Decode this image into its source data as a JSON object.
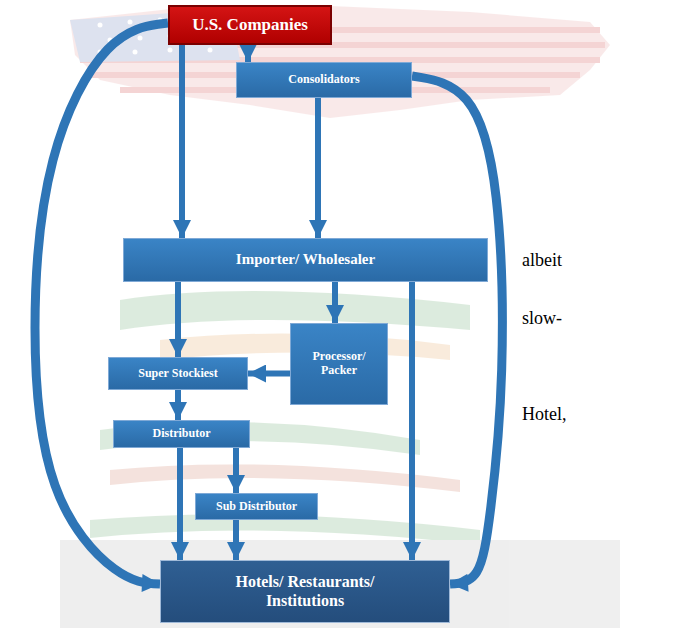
{
  "diagram": {
    "nodes": [
      {
        "text": [
          "U.S. Companies"
        ]
      },
      {
        "text": [
          "Consolidators"
        ]
      },
      {
        "text": [
          "Importer/ Wholesaler"
        ]
      },
      {
        "text": [
          "Super Stockiest"
        ]
      },
      {
        "text": [
          "Processor/ Packer"
        ]
      },
      {
        "text": [
          "Distributor"
        ]
      },
      {
        "text": [
          "Sub Distributor"
        ]
      },
      {
        "text": [
          "Hotels/ Restaurants/ Institutions"
        ]
      }
    ],
    "edges": [
      {
        "from": 0,
        "to": 1,
        "arrow": "to"
      },
      {
        "from": 0,
        "to": 2,
        "arrow": "to"
      },
      {
        "from": 1,
        "to": 2,
        "arrow": "to"
      },
      {
        "from": 0,
        "to": 7,
        "arrow": "to"
      },
      {
        "from": 1,
        "to": 7,
        "arrow": "to"
      },
      {
        "from": 2,
        "to": 3,
        "arrow": "to"
      },
      {
        "from": 2,
        "to": 4,
        "arrow": "to"
      },
      {
        "from": 2,
        "to": 7,
        "arrow": "to"
      },
      {
        "from": 4,
        "to": 3,
        "arrow": "to"
      },
      {
        "from": 3,
        "to": 5,
        "arrow": "to"
      },
      {
        "from": 5,
        "to": 7,
        "arrow": "to"
      },
      {
        "from": 5,
        "to": 6,
        "arrow": "to"
      },
      {
        "from": 6,
        "to": 7,
        "arrow": "to"
      }
    ],
    "labels": [
      "albeit",
      "slow-",
      "Hotel,"
    ]
  }
}
